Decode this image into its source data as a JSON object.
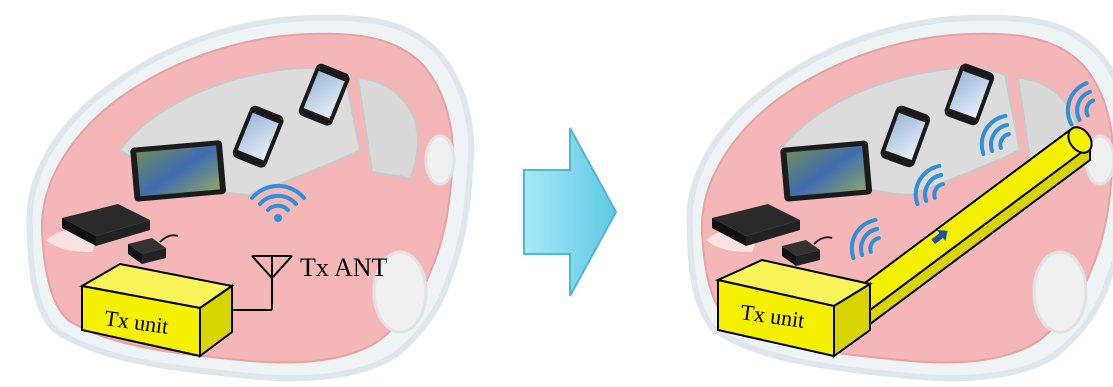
{
  "left_scene": {
    "tx_unit_label": "Tx unit",
    "antenna_label": "Tx ANT"
  },
  "right_scene": {
    "tx_unit_label": "Tx unit"
  },
  "colors": {
    "car_body": "#f4b6b6",
    "car_outline": "#e9eef2",
    "glass": "#dcdcdc",
    "tx_unit": "#f5f100",
    "waveguide": "#f5f100",
    "arrow": "#7ad6ec",
    "wifi": "#2f8fd8"
  }
}
